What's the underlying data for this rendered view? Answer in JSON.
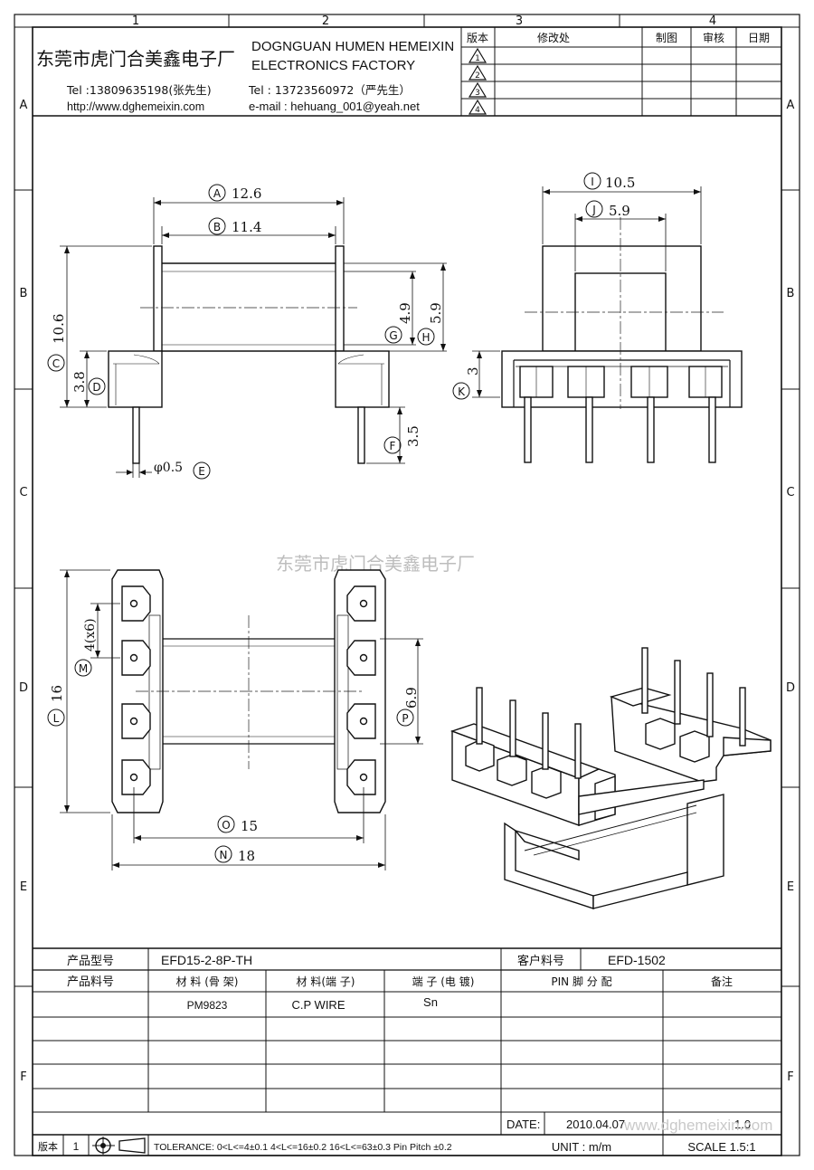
{
  "frame": {
    "columns": [
      "1",
      "2",
      "3",
      "4"
    ],
    "rows": [
      "A",
      "B",
      "C",
      "D",
      "E",
      "F"
    ]
  },
  "company": {
    "name_cn": "东莞市虎门合美鑫电子厂",
    "name_en_line1": "DOGNGUAN HUMEN HEMEIXIN",
    "name_en_line2": "ELECTRONICS FACTORY",
    "tel1": "Tel :13809635198(张先生)",
    "website": "http://www.dghemeixin.com",
    "tel2": "Tel : 13723560972（严先生）",
    "email": "e-mail : hehuang_001@yeah.net",
    "watermark": "东莞市虎门合美鑫电子厂"
  },
  "revision_table": {
    "headers": {
      "version": "版本",
      "change": "修改处",
      "drawn": "制图",
      "checked": "审核",
      "date": "日期"
    },
    "rows": [
      "1",
      "2",
      "3",
      "4"
    ]
  },
  "dimensions": {
    "A": {
      "letter": "A",
      "value": "12.6"
    },
    "B": {
      "letter": "B",
      "value": "11.4"
    },
    "C": {
      "letter": "C",
      "value": "10.6"
    },
    "D": {
      "letter": "D",
      "value": "3.8"
    },
    "E": {
      "letter": "E",
      "value": "φ0.5"
    },
    "F": {
      "letter": "F",
      "value": "3.5"
    },
    "G": {
      "letter": "G",
      "value": "4.9"
    },
    "H": {
      "letter": "H",
      "value": "5.9"
    },
    "I": {
      "letter": "I",
      "value": "10.5"
    },
    "J": {
      "letter": "J",
      "value": "5.9"
    },
    "K": {
      "letter": "K",
      "value": "3"
    },
    "L": {
      "letter": "L",
      "value": "16"
    },
    "M": {
      "letter": "M",
      "value": "4(x6)"
    },
    "N": {
      "letter": "N",
      "value": "18"
    },
    "O": {
      "letter": "O",
      "value": "15"
    },
    "P": {
      "letter": "P",
      "value": "6.9"
    }
  },
  "spec_table": {
    "product_model_label": "产品型号",
    "product_model": "EFD15-2-8P-TH",
    "customer_code_label": "客户料号",
    "customer_code": "EFD-1502",
    "product_code_label": "产品料号",
    "material_bobbin_label": "材 料 (骨 架)",
    "material_pin_label": "材 料(端 子)",
    "plating_label": "端 子 (电 镀)",
    "pin_assign_label": "PIN 脚 分 配",
    "remark_label": "备注",
    "material_bobbin": "PM9823",
    "material_pin": "C.P WIRE",
    "plating": "Sn"
  },
  "footer": {
    "date_label": "DATE:",
    "date_value": "2010.04.07",
    "version_label": "版本",
    "version_value": "1",
    "tolerance": "TOLERANCE:  0<L<=4±0.1  4<L<=16±0.2  16<L<=63±0.3  Pin Pitch  ±0.2",
    "unit": "UNIT : m/m",
    "scale": "SCALE  1.5:1",
    "page_ver": "1.0",
    "watermark_url": "www.dghemeixin.com"
  }
}
